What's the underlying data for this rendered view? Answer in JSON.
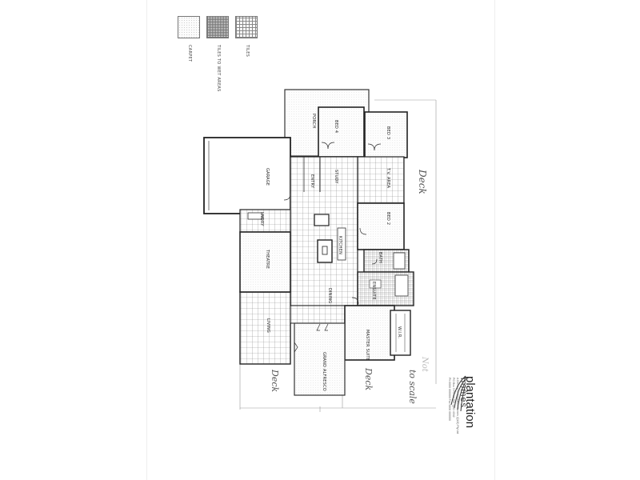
{
  "legend": {
    "carpet": "CARPET",
    "wet_areas": "TILES TO WET AREAS",
    "tiles": "TILES"
  },
  "rooms": {
    "porch": "PORCH",
    "bed4": "BED 4",
    "bed3": "BED 3",
    "garage": "GARAGE",
    "entry": "ENTRY",
    "study": "STUDY",
    "tv_area": "T.V. AREA",
    "bed2": "BED 2",
    "lndry": "LNDRY",
    "theatre": "THEATRE",
    "kitchen": "KITCHEN",
    "bath": "BATH",
    "ensuite": "ENSUITE",
    "dining": "DINING",
    "living": "LIVING",
    "master_suite": "MASTER SUITE",
    "wir": "W.I.R.",
    "alfresco": "GRAND ALFRESCO"
  },
  "annotations": {
    "deck_top": "Deck",
    "deck_left": "Deck",
    "deck_right": "Deck",
    "to_scale": "to scale",
    "not": "Not"
  },
  "brand": {
    "name": "plantation",
    "sub": "homes",
    "line1": "A Division of Plantation Homes (QLD) Pty Ltd",
    "line2": "PO Box 3 Forest Hill, QLD 4342",
    "line3": "Ph 0000 000000  Fax 0000 000000"
  }
}
